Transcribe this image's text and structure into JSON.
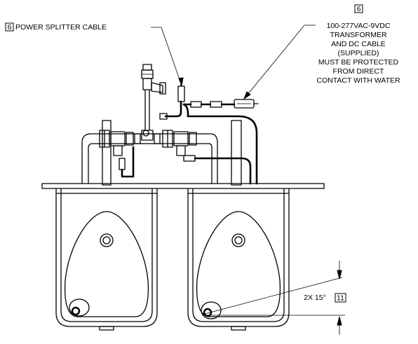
{
  "callouts": {
    "splitter": {
      "ref": "6",
      "text": "POWER SPLITTER CABLE"
    },
    "transformer": {
      "ref": "6",
      "lines": [
        "100-277VAC-9VDC",
        "TRANSFORMER",
        "AND DC CABLE",
        "(SUPPLIED)",
        "MUST BE PROTECTED",
        "FROM DIRECT",
        "CONTACT WITH WATER"
      ]
    },
    "angle": {
      "text": "2X 15°",
      "ref": "11"
    }
  }
}
